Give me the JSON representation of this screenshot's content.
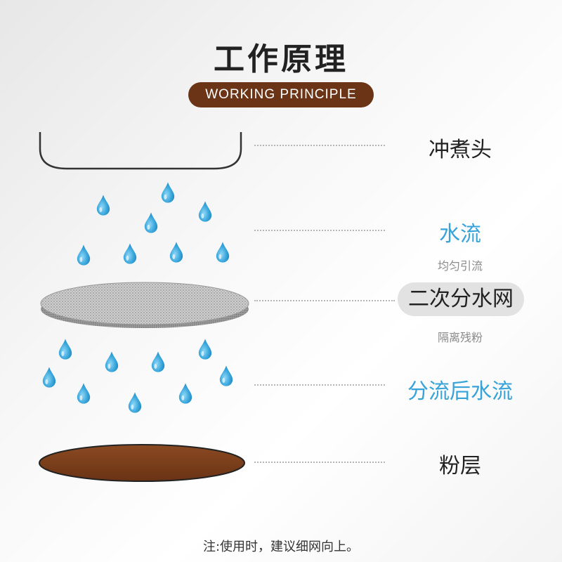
{
  "title": "工作原理",
  "subtitle": "WORKING PRINCIPLE",
  "labels": {
    "brew_head": "冲煮头",
    "water_flow": "水流",
    "water_flow_note": "均匀引流",
    "shower_screen": "二次分水网",
    "shower_screen_note": "隔离残粉",
    "split_flow": "分流后水流",
    "coffee_bed": "粉层"
  },
  "note": "注:使用时，建议细网向上。",
  "colors": {
    "title_pill": "#6b3417",
    "water_text": "#37a3d8",
    "coffee_bed": "#7a3d1a",
    "droplet": "#2f9fd6",
    "mesh": "#c9c9c9"
  },
  "icons": [
    "brew-head-icon",
    "water-droplet-icon",
    "mesh-disc-icon",
    "coffee-bed-icon"
  ]
}
